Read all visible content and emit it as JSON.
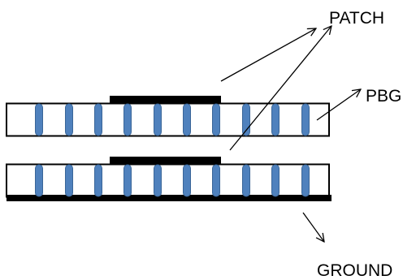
{
  "labels": {
    "patch": "PATCH",
    "pbg": "PBG",
    "ground": "GROUND"
  },
  "colors": {
    "substrate_outline": "#000000",
    "substrate_fill": "#ffffff",
    "via_fill": "#4f81bd",
    "via_stroke": "#3a6698",
    "patch_fill": "#000000",
    "ground_fill": "#000000",
    "arrow": "#000000",
    "text": "#000000"
  },
  "structures": [
    {
      "name": "top-substrate",
      "vias": 10,
      "has_patch": true,
      "has_ground": false
    },
    {
      "name": "bottom-substrate",
      "vias": 10,
      "has_patch": true,
      "has_ground": true
    }
  ]
}
